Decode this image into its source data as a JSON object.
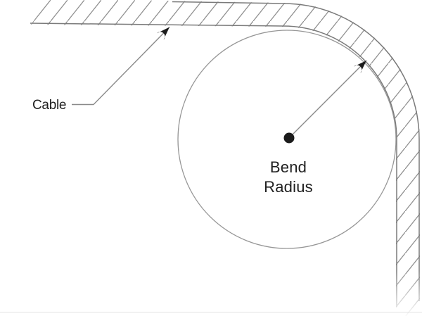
{
  "diagram": {
    "cable_label": "Cable",
    "bend_radius_label": {
      "line1": "Bend",
      "line2": "Radius"
    }
  },
  "colors": {
    "background": "#ffffff",
    "thin_line": "#8a8a8a",
    "band_edge": "#7a7a7a",
    "hatch": "#8f8f8f",
    "circle": "#969696",
    "text": "#202020",
    "arrow_black": "#1b1b1b",
    "bottom_border": "#e2e2e2"
  }
}
